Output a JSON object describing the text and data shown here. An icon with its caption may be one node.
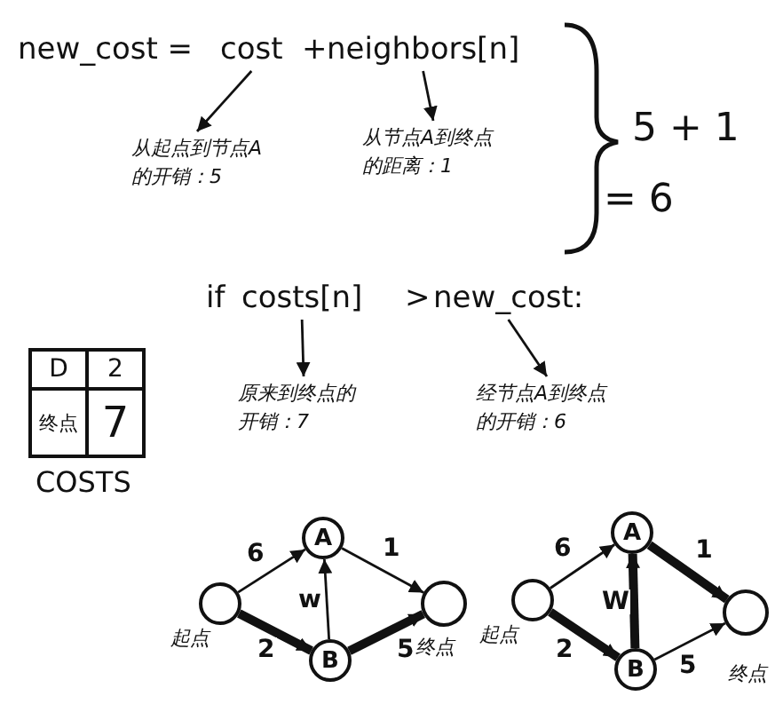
{
  "diagram": {
    "nodes": [
      {
        "text": [
          "cost"
        ]
      },
      {
        "text": [
          "neighbors[n]"
        ]
      },
      {
        "text": [
          "从起点到节点A的开销：5"
        ]
      },
      {
        "text": [
          "从节点A到终点的距离：1"
        ]
      },
      {
        "text": [
          "costs[n]"
        ]
      },
      {
        "text": [
          "new_cost:"
        ]
      },
      {
        "text": [
          "原来到终点的开销：7"
        ]
      },
      {
        "text": [
          "经节点A到终点的开销：6"
        ]
      },
      {
        "text": [],
        "shape": "circle",
        "beside": [
          "起点"
        ]
      },
      {
        "text": [
          "A"
        ]
      },
      {
        "text": [
          "B"
        ]
      },
      {
        "text": [],
        "shape": "circle",
        "beside": [
          "终点"
        ]
      },
      {
        "text": [],
        "shape": "circle",
        "beside": [
          "起点"
        ]
      },
      {
        "text": [
          "A"
        ]
      },
      {
        "text": [
          "B"
        ]
      },
      {
        "text": [],
        "shape": "circle",
        "beside": [
          "终点"
        ]
      }
    ],
    "edges": [
      {
        "from": 0,
        "to": 2,
        "arrow": "to"
      },
      {
        "from": 1,
        "to": 3,
        "arrow": "to"
      },
      {
        "from": 4,
        "to": 6,
        "arrow": "to"
      },
      {
        "from": 5,
        "to": 7,
        "arrow": "to"
      },
      {
        "from": 8,
        "to": 9,
        "arrow": "to",
        "label": "6"
      },
      {
        "from": 8,
        "to": 10,
        "arrow": "to",
        "label": "2",
        "style": "thick"
      },
      {
        "from": 10,
        "to": 9,
        "arrow": "to",
        "label": "w"
      },
      {
        "from": 9,
        "to": 11,
        "arrow": "to",
        "label": "1"
      },
      {
        "from": 10,
        "to": 11,
        "arrow": "to",
        "label": "5",
        "style": "thick"
      },
      {
        "from": 12,
        "to": 13,
        "arrow": "to",
        "label": "6"
      },
      {
        "from": 12,
        "to": 14,
        "arrow": "to",
        "label": "2",
        "style": "thick"
      },
      {
        "from": 14,
        "to": 13,
        "arrow": "to",
        "label": "W",
        "style": "thick"
      },
      {
        "from": 13,
        "to": 15,
        "arrow": "to",
        "label": "1",
        "style": "thick"
      },
      {
        "from": 14,
        "to": 15,
        "arrow": "to",
        "label": "5"
      }
    ],
    "labels": [
      "new_cost =",
      "+",
      "5 + 1",
      "= 6",
      "if",
      ">",
      "D",
      "2",
      "终点",
      "7",
      "COSTS"
    ]
  }
}
